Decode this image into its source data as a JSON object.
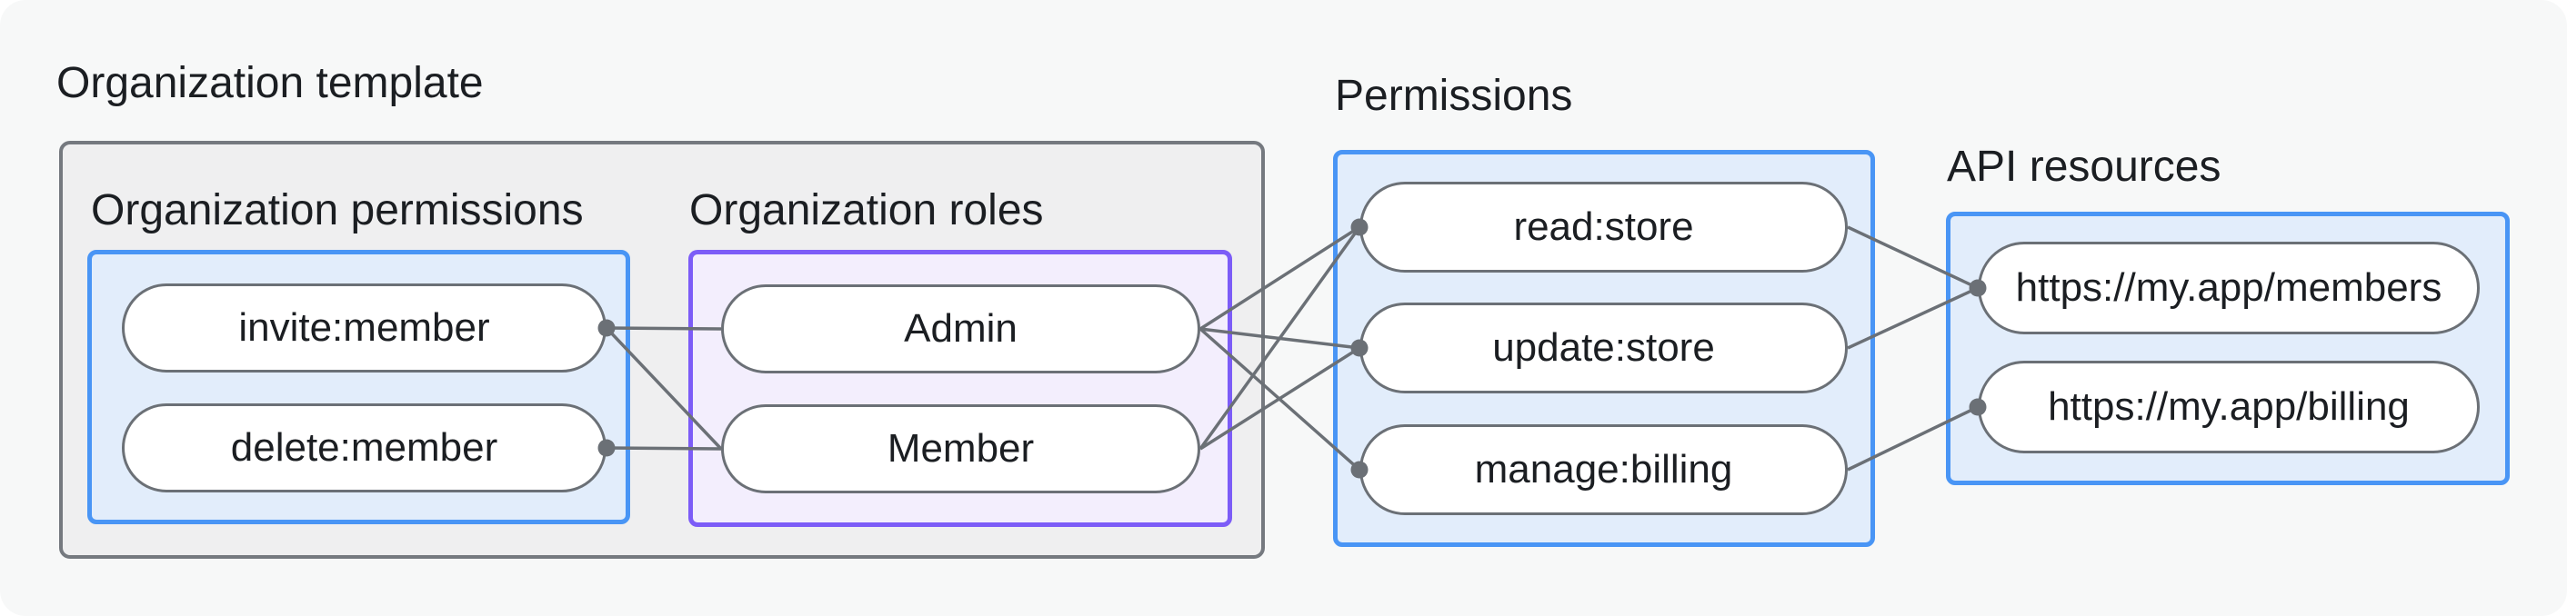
{
  "colors": {
    "page_background": "#f7f8f8",
    "outer_background": "#ffffff",
    "gray_box_fill": "#efeff0",
    "gray_box_border": "#75797f",
    "blue_box_fill": "#e2edfb",
    "blue_box_border": "#4995f5",
    "purple_box_fill": "#f3eefd",
    "purple_box_border": "#7c5cf7",
    "pill_fill": "#ffffff",
    "pill_border": "#6b7076",
    "connector": "#6b7076",
    "text": "#1b1e22"
  },
  "groups": {
    "template": {
      "label": "Organization template"
    },
    "org_permissions": {
      "label": "Organization permissions"
    },
    "org_roles": {
      "label": "Organization roles"
    },
    "permissions": {
      "label": "Permissions"
    },
    "api_resources": {
      "label": "API resources"
    }
  },
  "nodes": {
    "invite": {
      "label": "invite:member"
    },
    "delete": {
      "label": "delete:member"
    },
    "admin": {
      "label": "Admin"
    },
    "member": {
      "label": "Member"
    },
    "read": {
      "label": "read:store"
    },
    "update": {
      "label": "update:store"
    },
    "manage": {
      "label": "manage:billing"
    },
    "members_api": {
      "label": "https://my.app/members"
    },
    "billing_api": {
      "label": "https://my.app/billing"
    }
  },
  "edges": [
    [
      "invite",
      "admin"
    ],
    [
      "invite",
      "member"
    ],
    [
      "delete",
      "member"
    ],
    [
      "admin",
      "read"
    ],
    [
      "admin",
      "update"
    ],
    [
      "admin",
      "manage"
    ],
    [
      "member",
      "read"
    ],
    [
      "member",
      "update"
    ],
    [
      "read",
      "members_api"
    ],
    [
      "update",
      "members_api"
    ],
    [
      "manage",
      "billing_api"
    ]
  ],
  "dots": [
    {
      "node": "invite",
      "side": "right"
    },
    {
      "node": "delete",
      "side": "right"
    },
    {
      "node": "read",
      "side": "left"
    },
    {
      "node": "update",
      "side": "left"
    },
    {
      "node": "manage",
      "side": "left"
    },
    {
      "node": "members_api",
      "side": "left"
    },
    {
      "node": "billing_api",
      "side": "left"
    }
  ],
  "connector_style": {
    "line_width": 3.5,
    "dot_radius": 9.5
  }
}
